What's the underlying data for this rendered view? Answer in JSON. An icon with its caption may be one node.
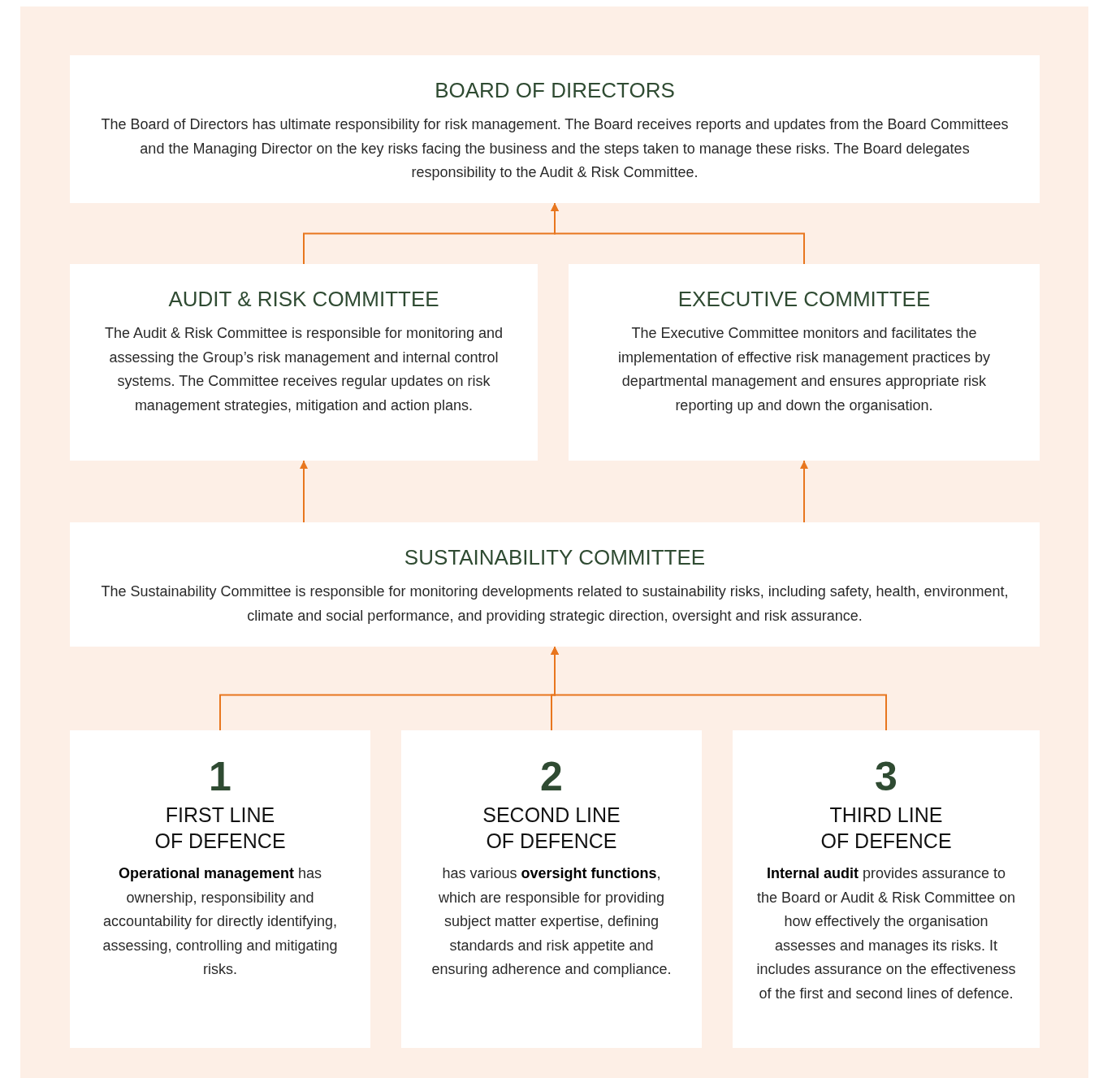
{
  "diagram": {
    "nodes": [
      {
        "text": [
          "BOARD OF DIRECTORS",
          "The Board of Directors has ultimate responsibility for risk management. The Board receives reports and updates from the Board Committees and the Managing Director on the key risks facing the business and the steps taken to manage these risks. The Board delegates responsibility to the Audit & Risk Committee."
        ]
      },
      {
        "text": [
          "AUDIT & RISK COMMITTEE",
          "The Audit & Risk Committee is responsible for monitoring and assessing the Group’s risk management and internal control systems. The Committee receives regular updates on risk management strategies, mitigation and action plans."
        ]
      },
      {
        "text": [
          "EXECUTIVE COMMITTEE",
          "The Executive Committee monitors and facilitates the implementation of effective risk management practices by departmental management and ensures appropriate risk reporting up and down the organisation."
        ]
      },
      {
        "text": [
          "SUSTAINABILITY COMMITTEE",
          "The Sustainability Committee is responsible for monitoring developments related to sustainability risks, including safety, health, environment, climate and social performance, and providing strategic direction, oversight and risk assurance."
        ]
      },
      {
        "text": [
          "1",
          "FIRST LINE OF DEFENCE",
          "**Operational management** has ownership, responsibility and accountability for directly identifying, assessing, controlling and mitigating risks."
        ]
      },
      {
        "text": [
          "2",
          "SECOND LINE OF DEFENCE",
          "has various **oversight functions**, which are responsible for providing subject matter expertise, defining standards and risk appetite and ensuring adherence and compliance."
        ]
      },
      {
        "text": [
          "3",
          "THIRD LINE OF DEFENCE",
          "**Internal audit** provides assurance to the Board or Audit & Risk Committee on how effectively the organisation assesses and manages its risks. It includes assurance on the effectiveness of the first and second lines of defence."
        ]
      }
    ],
    "edges": [
      {
        "from": 1,
        "to": 0,
        "arrow": "to"
      },
      {
        "from": 2,
        "to": 0,
        "arrow": "to"
      },
      {
        "from": 3,
        "to": 1,
        "arrow": "to"
      },
      {
        "from": 3,
        "to": 2,
        "arrow": "to"
      },
      {
        "from": 4,
        "to": 3,
        "arrow": "to"
      },
      {
        "from": 5,
        "to": 3,
        "arrow": "to"
      },
      {
        "from": 6,
        "to": 3,
        "arrow": "to"
      }
    ]
  }
}
